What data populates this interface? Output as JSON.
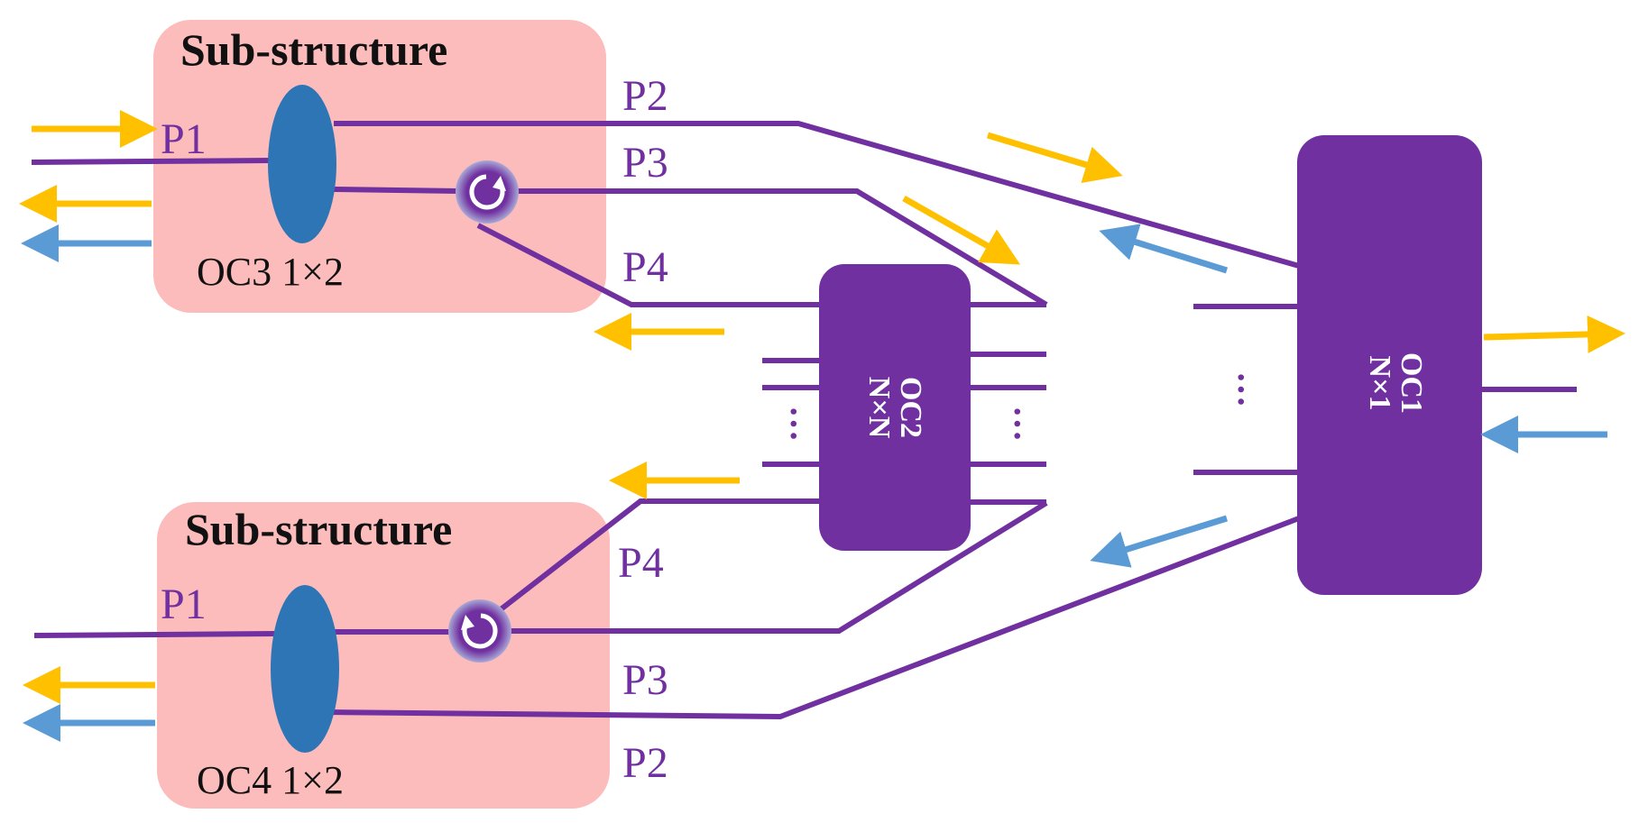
{
  "colors": {
    "fiber": "#7030a0",
    "box": "#7030a0",
    "substructure_bg": "#fcbcbc",
    "coupler": "#2e75b6",
    "yellow_arrow": "#ffc000",
    "blue_arrow": "#5b9bd5"
  },
  "substructure_top": {
    "title": "Sub-structure",
    "coupler_label": "OC3 1×2",
    "ports": {
      "p1": "P1",
      "p2": "P2",
      "p3": "P3",
      "p4": "P4"
    },
    "circulator_icon": "circulator-clockwise-icon"
  },
  "substructure_bottom": {
    "title": "Sub-structure",
    "coupler_label": "OC4 1×2",
    "ports": {
      "p1": "P1",
      "p2": "P2",
      "p3": "P3",
      "p4": "P4"
    },
    "circulator_icon": "circulator-counterclockwise-icon"
  },
  "oc2": {
    "name": "OC2",
    "size": "N×N",
    "ellipsis": "…"
  },
  "oc1": {
    "name": "OC1",
    "size": "N×1",
    "ellipsis": "…"
  }
}
